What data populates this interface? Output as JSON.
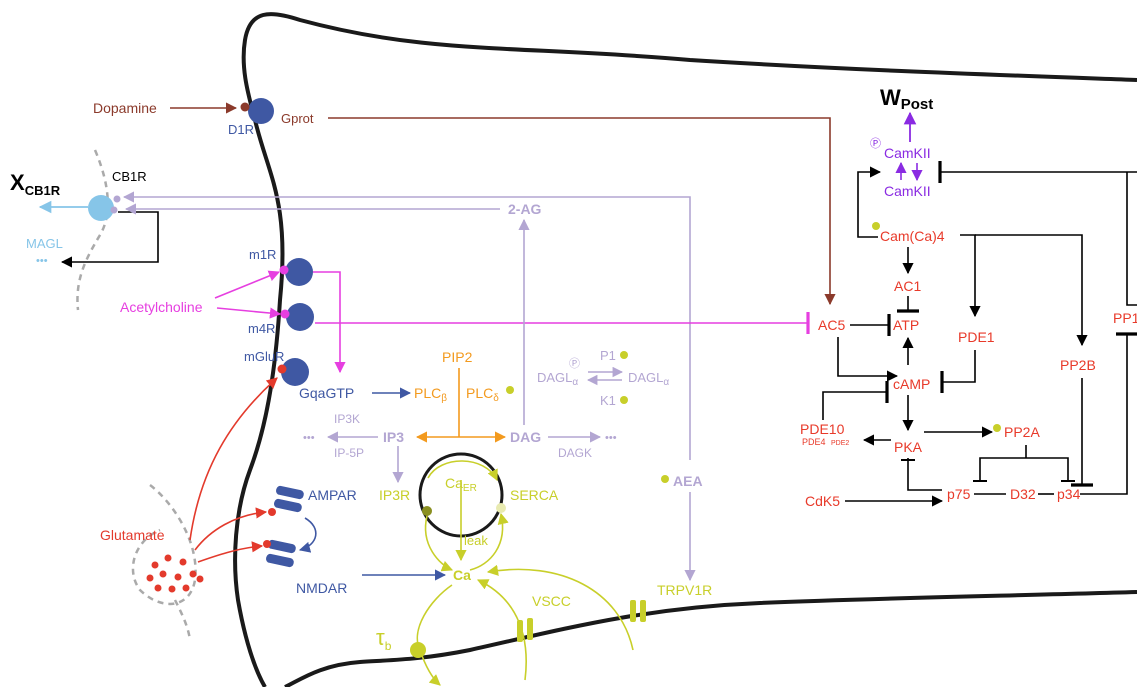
{
  "colors": {
    "membrane": "#1a1a1a",
    "dopamine": "#8b3a2b",
    "receptor": "#3f58a3",
    "acetylcholine": "#e63fe0",
    "glutamate": "#e33a2c",
    "calcium": "#c8cf2a",
    "lipid": "#b3a6d2",
    "plc": "#f39a1e",
    "camkii": "#8a2be2",
    "signal": "#e83a2a",
    "cb1r": "#86c5e8",
    "black": "#000000",
    "gray": "#aaaaaa"
  },
  "outputs": {
    "w_main": "W",
    "w_sub": "Post",
    "x_main": "X",
    "x_sub": "CB1R"
  },
  "labels": {
    "dopamine": "Dopamine",
    "d1r": "D1R",
    "gprot": "Gprot",
    "cb1r": "CB1R",
    "magl": "MAGL",
    "ellipsis": "•••",
    "two_ag": "2-AG",
    "m1r": "m1R",
    "m4r": "m4R",
    "acetylcholine": "Acetylcholine",
    "mglur": "mGluR",
    "gqagtp": "GqaGTP",
    "pip2": "PIP2",
    "plc_main": "PLC",
    "plc_b": "β",
    "plc_d": "δ",
    "dagl_main": "DAGL",
    "dagl_sub": "α",
    "p_symbol": "Ⓟ",
    "p1": "P1",
    "k1": "K1",
    "ip3k": "IP3K",
    "ip3": "IP3",
    "ip5p": "IP-5P",
    "dag": "DAG",
    "dagk": "DAGK",
    "ip3r": "IP3R",
    "ca_er_main": "Ca",
    "ca_er_sub": "ER",
    "serca": "SERCA",
    "leak": "leak",
    "ca": "Ca",
    "aea": "AEA",
    "trpv1r": "TRPV1R",
    "vscc": "VSCC",
    "tau_main": "τ",
    "tau_sub": "b",
    "ampar": "AMPAR",
    "nmdar": "NMDAR",
    "glutamate": "Glutamate",
    "camkii": "CamKII",
    "cam_ca4": "Cam(Ca)4",
    "ac1": "AC1",
    "atp": "ATP",
    "ac5": "AC5",
    "pde1": "PDE1",
    "camp": "cAMP",
    "pp2b": "PP2B",
    "pp1": "PP1",
    "pde10": "PDE10",
    "pde4": "PDE4",
    "pde2": "PDE2",
    "pka": "PKA",
    "pp2a": "PP2A",
    "cdk5": "CdK5",
    "p75": "p75",
    "d32": "D32",
    "p34": "p34"
  }
}
